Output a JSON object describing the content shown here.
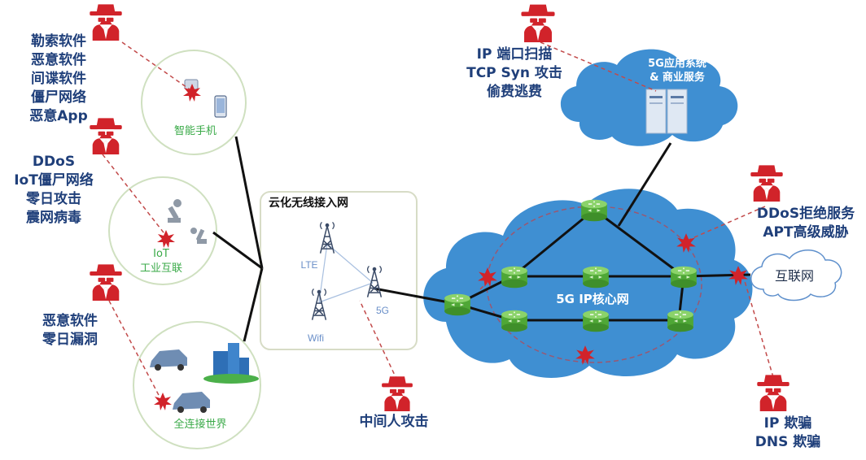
{
  "threats": {
    "smartphone": [
      "勒索软件",
      "恶意软件",
      "间谍软件",
      "僵尸网络",
      "恶意App"
    ],
    "iot": [
      "DDoS",
      "IoT僵尸网络",
      "零日攻击",
      "震网病毒"
    ],
    "world": [
      "恶意软件",
      "零日漏洞"
    ],
    "app_system": [
      "IP 端口扫描",
      "TCP Syn 攻击",
      "偷费逃费"
    ],
    "core_right": [
      "DDoS拒绝服务",
      "APT高级威胁"
    ],
    "mitm": [
      "中间人攻击"
    ],
    "spoof": [
      "IP 欺骗",
      "DNS 欺骗"
    ]
  },
  "devices": {
    "smartphone": "智能手机",
    "iot": [
      "IoT",
      "工业互联"
    ],
    "world": "全连接世界"
  },
  "access": {
    "title": "云化无线接入网",
    "lte": "LTE",
    "wifi": "Wifi",
    "g5": "5G"
  },
  "clouds": {
    "app_system": [
      "5G应用系统",
      "& 商业服务"
    ],
    "core": "5G IP核心网",
    "internet": "互联网"
  },
  "colors": {
    "attacker": "#d1232a",
    "threat_text": "#1f3f7a",
    "device_label": "#3aaa48",
    "cloud": "#3f8fd2",
    "router": "#5db83f",
    "attack_line": "#c24a4a"
  }
}
